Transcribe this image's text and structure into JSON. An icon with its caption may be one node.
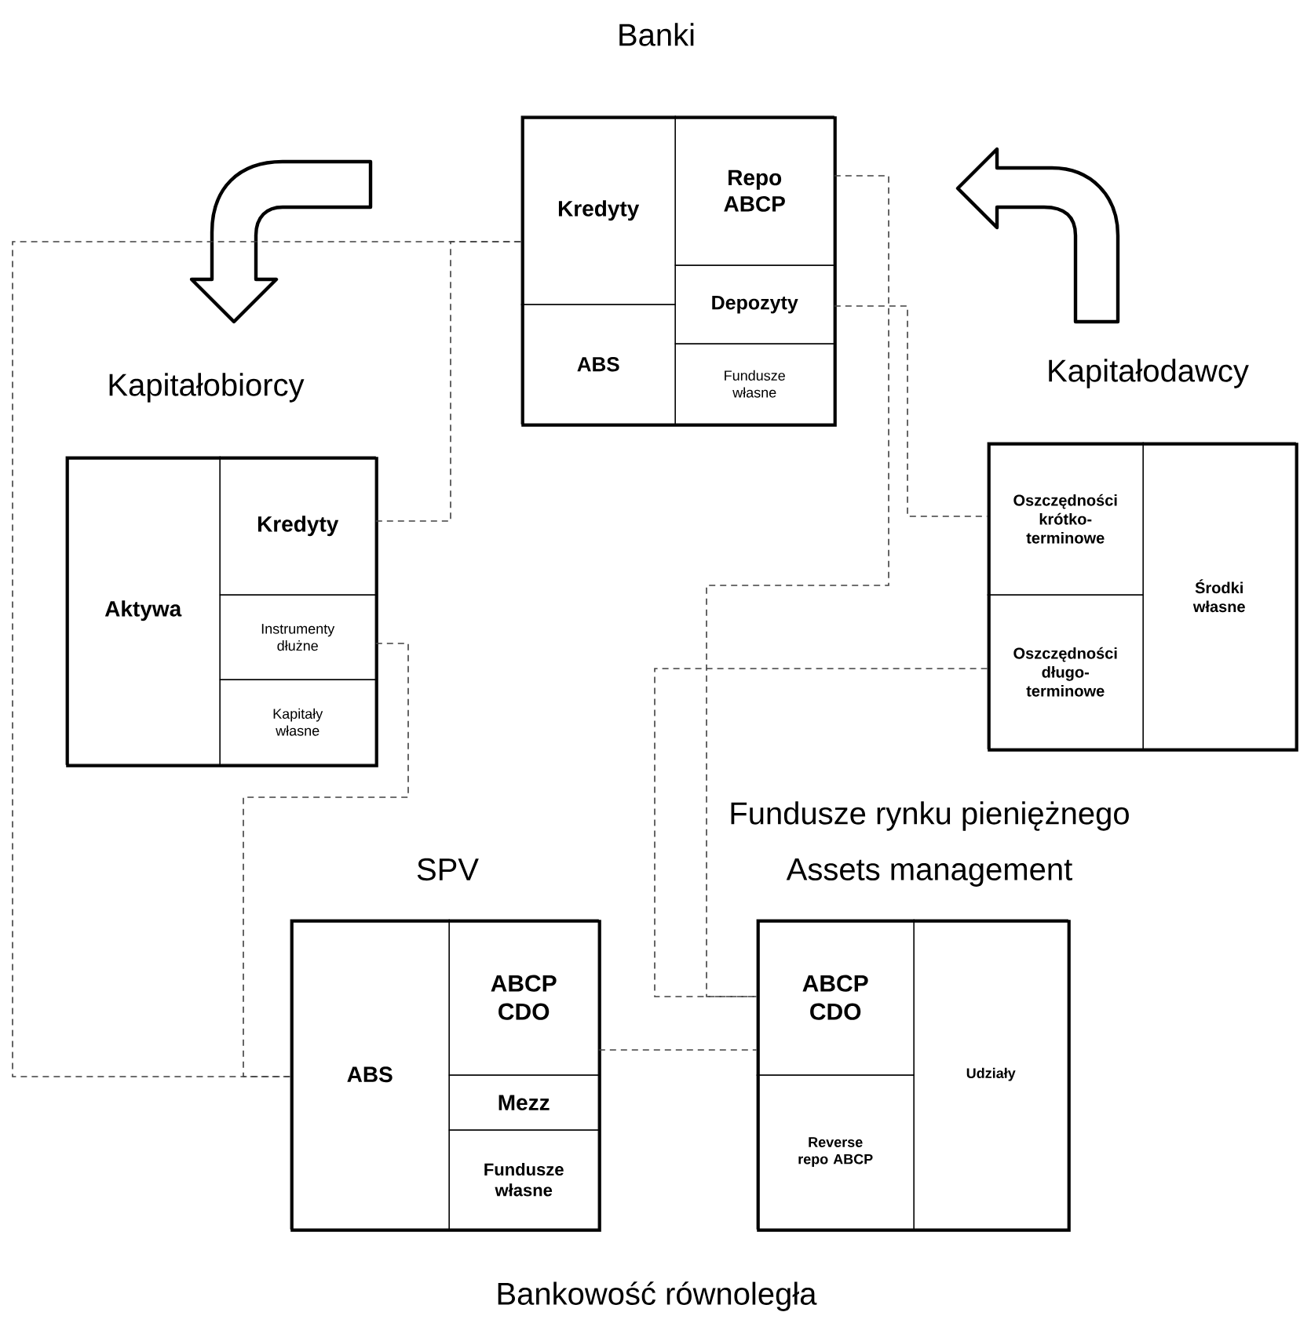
{
  "diagram": {
    "nodes": [
      {
        "text": [
          "Banki"
        ]
      },
      {
        "text": [
          "Kredyty"
        ],
        "in": 0
      },
      {
        "text": [
          "Repo ABCP"
        ],
        "in": 0
      },
      {
        "text": [
          "Depozyty"
        ],
        "in": 0
      },
      {
        "text": [
          "ABS"
        ],
        "in": 0
      },
      {
        "text": [
          "Fundusze własne"
        ],
        "in": 0
      },
      {
        "text": [
          "Kapitałobiorcy"
        ]
      },
      {
        "text": [
          "Aktywa"
        ],
        "in": 6
      },
      {
        "text": [
          "Kredyty"
        ],
        "in": 6
      },
      {
        "text": [
          "Instrumenty dłużne"
        ],
        "in": 6
      },
      {
        "text": [
          "Kapitały własne"
        ],
        "in": 6
      },
      {
        "text": [
          "Kapitałodawcy"
        ]
      },
      {
        "text": [
          "Oszczędności krótko-terminowe"
        ],
        "in": 11
      },
      {
        "text": [
          "Oszczędności długo-terminowe"
        ],
        "in": 11
      },
      {
        "text": [
          "Środki własne"
        ],
        "in": 11
      },
      {
        "text": [
          "SPV"
        ]
      },
      {
        "text": [
          "ABS"
        ],
        "in": 15
      },
      {
        "text": [
          "ABCP CDO"
        ],
        "in": 15
      },
      {
        "text": [
          "Mezz"
        ],
        "in": 15
      },
      {
        "text": [
          "Fundusze własne"
        ],
        "in": 15
      },
      {
        "text": [
          "Fundusze rynku pieniężnego",
          "Assets management"
        ]
      },
      {
        "text": [
          "ABCP CDO"
        ],
        "in": 20
      },
      {
        "text": [
          "Reverse repo ABCP"
        ],
        "in": 20
      },
      {
        "text": [
          "Udziały"
        ],
        "in": 20
      }
    ],
    "edges": [
      {
        "from": 1,
        "to": 16,
        "arrow": "none",
        "style": "dashed"
      },
      {
        "from": 8,
        "to": 1,
        "arrow": "none",
        "style": "dashed"
      },
      {
        "from": 9,
        "to": 16,
        "arrow": "none",
        "style": "dashed"
      },
      {
        "from": 2,
        "to": 21,
        "arrow": "none",
        "style": "dashed"
      },
      {
        "from": 3,
        "to": 12,
        "arrow": "none",
        "style": "dashed"
      },
      {
        "from": 13,
        "to": 21,
        "arrow": "none",
        "style": "dashed"
      },
      {
        "from": 17,
        "to": 21,
        "arrow": "none",
        "style": "dashed"
      }
    ],
    "labels": [
      "Bankowość równoległa"
    ]
  }
}
